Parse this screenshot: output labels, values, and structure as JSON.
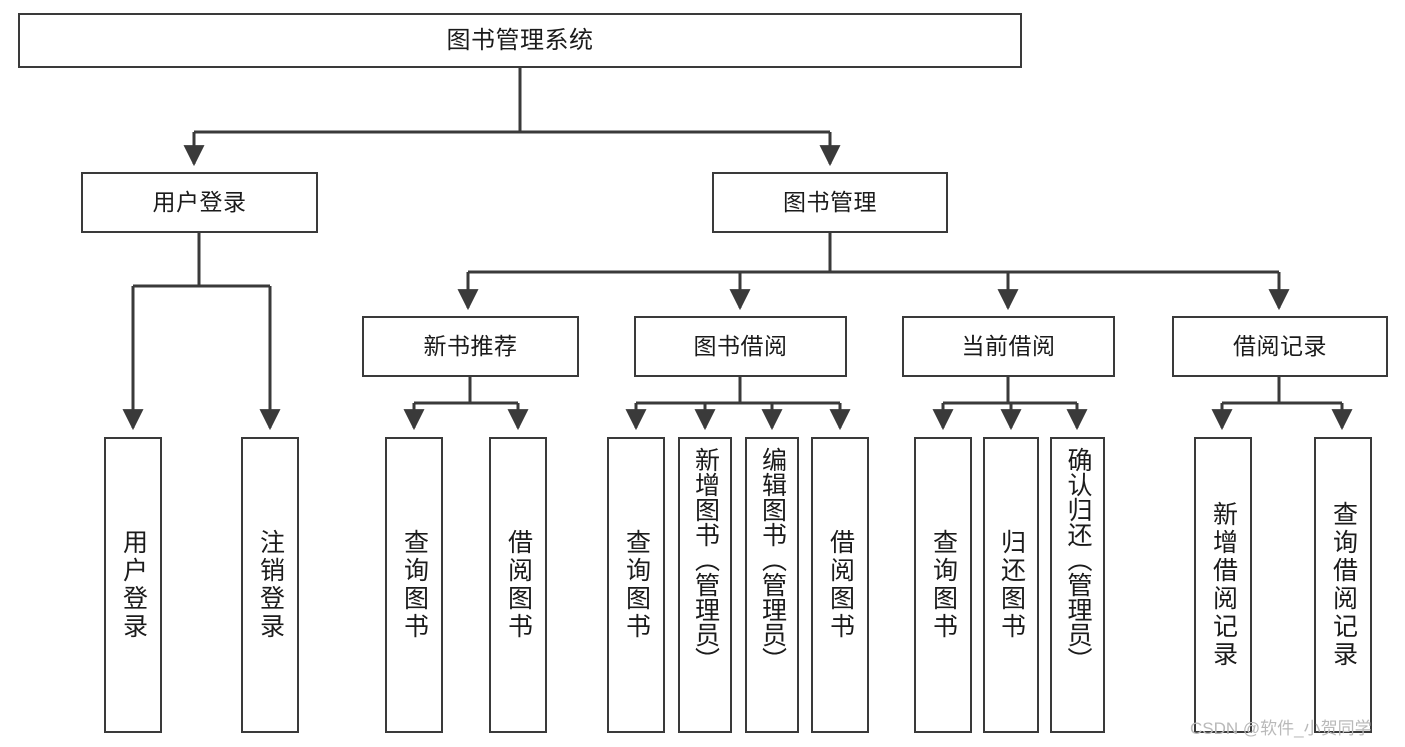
{
  "diagram": {
    "title": "图书管理系统",
    "type": "tree",
    "watermark": "CSDN @软件_小贺同学",
    "colors": {
      "box_border": "#3a3a3a",
      "box_fill": "#ffffff",
      "edge": "#3a3a3a",
      "text": "#1b1b1b",
      "watermark": "#b9b9b9"
    },
    "nodes": {
      "root": {
        "label": "图书管理系统"
      },
      "level1": [
        {
          "label": "用户登录"
        },
        {
          "label": "图书管理"
        }
      ],
      "level2": [
        {
          "label": "新书推荐"
        },
        {
          "label": "图书借阅"
        },
        {
          "label": "当前借阅"
        },
        {
          "label": "借阅记录"
        }
      ],
      "leaves": {
        "user_login": [
          {
            "label": "用户登录"
          },
          {
            "label": "注销登录"
          }
        ],
        "new_book": [
          {
            "label": "查询图书"
          },
          {
            "label": "借阅图书"
          }
        ],
        "book_borrow": [
          {
            "label": "查询图书"
          },
          {
            "label": "新增图书（管理员）"
          },
          {
            "label": "编辑图书（管理员）"
          },
          {
            "label": "借阅图书"
          }
        ],
        "current_borrow": [
          {
            "label": "查询图书"
          },
          {
            "label": "归还图书"
          },
          {
            "label": "确认归还（管理员）"
          }
        ],
        "borrow_record": [
          {
            "label": "新增借阅记录"
          },
          {
            "label": "查询借阅记录"
          }
        ]
      }
    }
  }
}
